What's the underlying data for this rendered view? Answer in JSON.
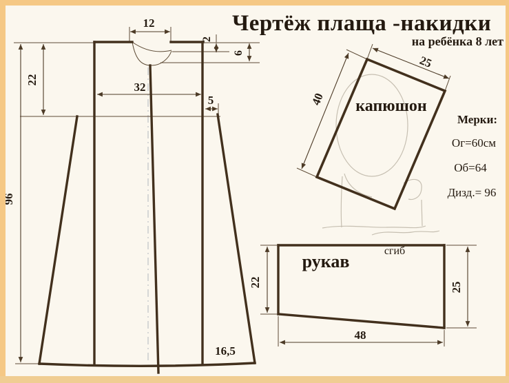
{
  "title": {
    "main": "Чертёж плаща -накидки",
    "sub": "на ребёнка 8 лет"
  },
  "measurements": {
    "header": "Мерки:",
    "chest": "Ог=60см",
    "hips": "Об=64",
    "length": "Дизд.= 96"
  },
  "cloak": {
    "neck_width": "12",
    "back_neck_depth": "2",
    "front_neck_depth": "6",
    "yoke_height": "22",
    "yoke_width": "32",
    "flare_extension": "5",
    "length": "96",
    "hem_gore_width": "16,5"
  },
  "hood": {
    "label": "капюшон",
    "width": "25",
    "height": "40"
  },
  "sleeve": {
    "label": "рукав",
    "fold_label": "сгиб",
    "back_height": "22",
    "front_height": "25",
    "width": "48"
  },
  "colors": {
    "frame": "#f5c885",
    "frame_bottom": "#f0cd92",
    "background": "#fbf7ee",
    "pattern_line": "#42301d",
    "text": "#241a10"
  }
}
